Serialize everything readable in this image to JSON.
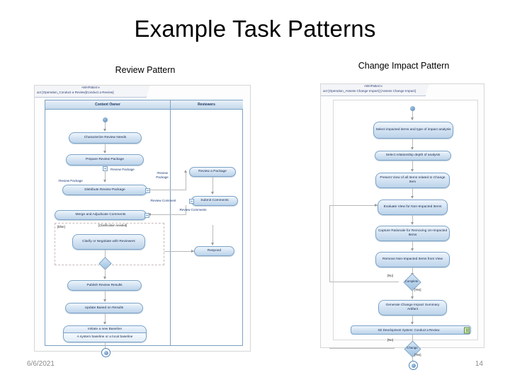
{
  "slide": {
    "title": "Example Task Patterns",
    "footer_date": "6/6/2021",
    "page_number": "14"
  },
  "captions": {
    "left": "Review Pattern",
    "right": "Change Impact Pattern"
  },
  "left_diagram": {
    "stereotype": "«WHPattern»",
    "frame_header": "act [Operation_Conduct a Review]Conduct a Review]",
    "lanes": [
      {
        "name": "Content Owner"
      },
      {
        "name": "Reviewers"
      }
    ],
    "nodes": {
      "initial": "initial-node",
      "characterize": "Characterize Review Needs",
      "prepare": "Prepare Review Package",
      "distribute": "Distribute Review Package",
      "merge": "Merge and Adjudicate Comments",
      "clarify": "Clarify or Negotiate with Reviewers",
      "publish": "Publish Review Results",
      "update": "Update Based on Results",
      "initiate_title": "Initiate a new Baseline",
      "initiate_note": "A system baseline or a local baseline",
      "review_package": "Review a Package",
      "submit": "Submit Comments",
      "respond": "Respond"
    },
    "labels": {
      "review_package_out": ":Review Package",
      "review_package_in": ":Review Package",
      "review_package_right": ":Review Package",
      "review_package_pin": ":Review Package",
      "review_comment_top": ":Review Comment",
      "review_comments_right": ":Review Comments",
      "review_comments_pin": ":Review Comments"
    },
    "guards": {
      "else": "[Else]",
      "clarification": "[Clarification needed]"
    }
  },
  "right_diagram": {
    "stereotype": "«WHPattern»",
    "frame_header": "act [Operation_Assess Change Impact] [Assess Change Impact]",
    "nodes": {
      "initial": "initial-node",
      "select_items": "Select impacted items and type of impact analysis",
      "select_depth": "Select relationship depth of analysis",
      "present_view": "Present View of all Items related to Change Item",
      "evaluate_view": "Evaluate View for Non-Impacted Items",
      "capture_rationale": "Capture Rationale for Removing Un-Impacted Items",
      "remove_items": "Remove Non-Impacted Items from View",
      "generate_summary": "Generate Change Impact Summary Artifact",
      "conduct_review": "SE Development System: Conduct a Review"
    },
    "decisions": {
      "complete": "Complete",
      "change": "Change"
    },
    "guards": {
      "complete_no": "[No]",
      "complete_yes": "[Yes]",
      "change_no": "[No]",
      "change_yes": "[Yes]"
    }
  },
  "colors": {
    "node_fill": "#cfe0f1",
    "node_border": "#7ca3c8",
    "lane_header": "#c3d8ec",
    "text_blue": "#13264d",
    "footer_gray": "#8a8a8a"
  }
}
